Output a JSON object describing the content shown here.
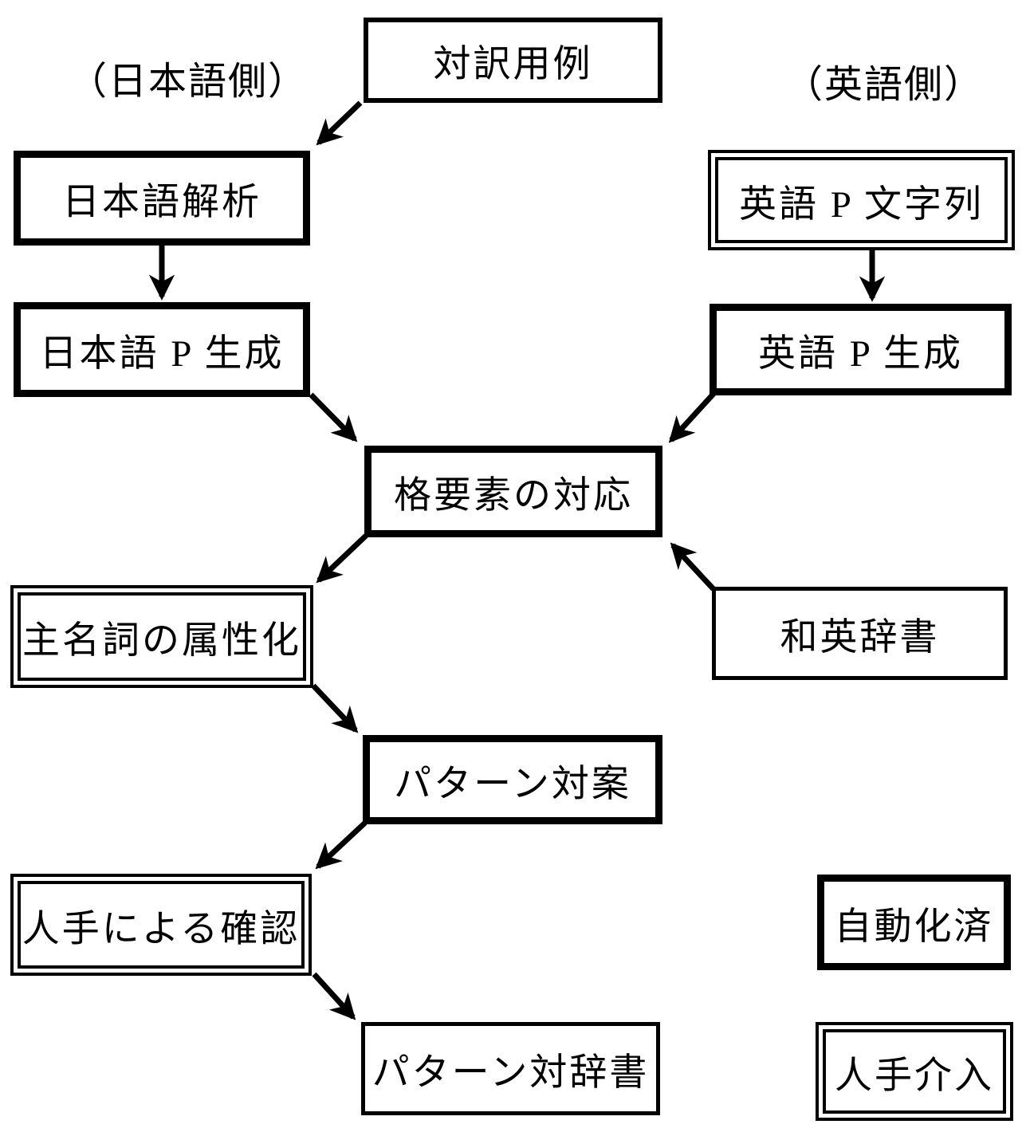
{
  "diagram": {
    "side_labels": {
      "left": "（日本語側）",
      "right": "（英語側）"
    },
    "nodes": {
      "taiyaku_yorei": {
        "label": "対訳用例",
        "type": "automated"
      },
      "nihongo_kaiseki": {
        "label": "日本語解析",
        "type": "automated"
      },
      "eigo_p_mojiretsu": {
        "label": "英語 P 文字列",
        "type": "manual"
      },
      "nihongo_p_seisei": {
        "label": "日本語 P 生成",
        "type": "automated"
      },
      "eigo_p_seisei": {
        "label": "英語 P 生成",
        "type": "automated"
      },
      "kakuyoso_taio": {
        "label": "格要素の対応",
        "type": "automated"
      },
      "shumeishi_zokuseika": {
        "label": "主名詞の属性化",
        "type": "manual"
      },
      "waei_jisho": {
        "label": "和英辞書",
        "type": "resource"
      },
      "pattern_taian": {
        "label": "パターン対案",
        "type": "automated"
      },
      "hitode_kakunin": {
        "label": "人手による確認",
        "type": "manual"
      },
      "pattern_tai_jisho": {
        "label": "パターン対辞書",
        "type": "resource"
      }
    },
    "edges": [
      {
        "from": "taiyaku_yorei",
        "to": "nihongo_kaiseki"
      },
      {
        "from": "nihongo_kaiseki",
        "to": "nihongo_p_seisei"
      },
      {
        "from": "eigo_p_mojiretsu",
        "to": "eigo_p_seisei"
      },
      {
        "from": "nihongo_p_seisei",
        "to": "kakuyoso_taio"
      },
      {
        "from": "eigo_p_seisei",
        "to": "kakuyoso_taio"
      },
      {
        "from": "waei_jisho",
        "to": "kakuyoso_taio"
      },
      {
        "from": "kakuyoso_taio",
        "to": "shumeishi_zokuseika"
      },
      {
        "from": "shumeishi_zokuseika",
        "to": "pattern_taian"
      },
      {
        "from": "pattern_taian",
        "to": "hitode_kakunin"
      },
      {
        "from": "hitode_kakunin",
        "to": "pattern_tai_jisho"
      }
    ],
    "legend": {
      "automated": {
        "label": "自動化済"
      },
      "manual": {
        "label": "人手介入"
      }
    },
    "colors": {
      "ink": "#000000",
      "paper": "#ffffff"
    }
  }
}
